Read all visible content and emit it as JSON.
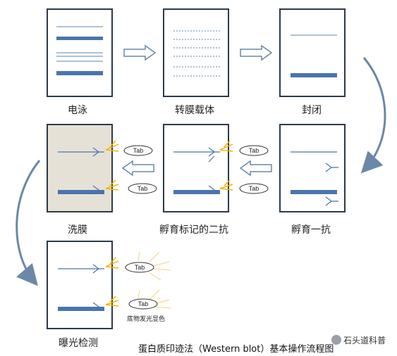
{
  "steps": {
    "electrophoresis": "电泳",
    "transfer": "转膜载体",
    "blocking": "封闭",
    "primary": "孵育一抗",
    "secondary": "孵育标记的二抗",
    "wash": "洗膜",
    "detect": "曝光检测"
  },
  "tab_label": "Tab",
  "substrate_label": "底物发光显色",
  "caption": "蛋白质印迹法（Western blot）基本操作流程图",
  "watermark": "石头道科普",
  "colors": {
    "band": "#4a74ad",
    "line": "#5a84b8",
    "panel_border": "#2b3a4a",
    "washed_panel": "#e6e1d6",
    "enzyme": "#f0b400",
    "arrow": "#6a88a8"
  }
}
